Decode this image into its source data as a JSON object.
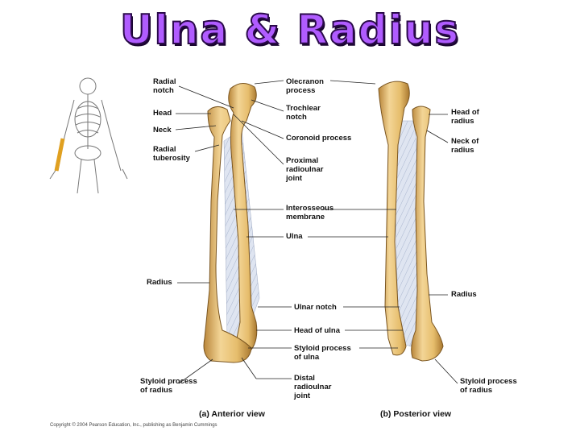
{
  "title": "Ulna & Radius",
  "labels": {
    "radial_notch": "Radial\nnotch",
    "head": "Head",
    "neck": "Neck",
    "radial_tuberosity": "Radial\ntuberosity",
    "radius_a": "Radius",
    "styloid_radius_a": "Styloid process\nof radius",
    "olecranon": "Olecranon\nprocess",
    "trochlear": "Trochlear\nnotch",
    "coronoid": "Coronoid process",
    "proximal_joint": "Proximal\nradioulnar\njoint",
    "interosseous": "Interosseous\nmembrane",
    "ulna": "Ulna",
    "ulnar_notch": "Ulnar notch",
    "head_of_ulna": "Head of ulna",
    "styloid_ulna": "Styloid process\nof ulna",
    "distal_joint": "Distal\nradioulnar\njoint",
    "head_of_radius": "Head of\nradius",
    "neck_of_radius": "Neck of\nradius",
    "radius_b": "Radius",
    "styloid_radius_b": "Styloid process\nof radius"
  },
  "views": {
    "anterior": "(a) Anterior view",
    "posterior": "(b) Posterior view"
  },
  "copyright": "Copyright © 2004 Pearson Education, Inc., publishing as Benjamin Cummings",
  "colors": {
    "title": "#b05cff",
    "bone": "#e8c27a",
    "bone_shade": "#c89a48",
    "membrane": "#c9d3e6"
  }
}
